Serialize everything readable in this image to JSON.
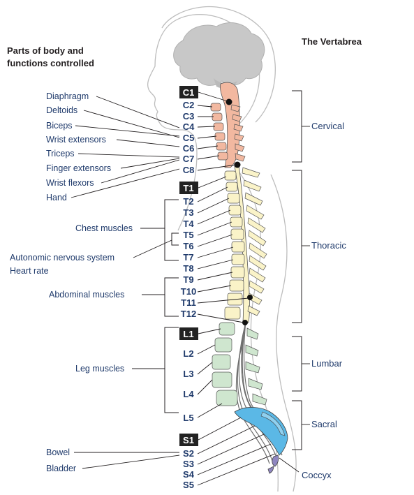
{
  "headings": {
    "left_line1": "Parts of body and",
    "left_line2": "functions controlled",
    "right": "The Vertabrea"
  },
  "levels": [
    "C1",
    "C2",
    "C3",
    "C4",
    "C5",
    "C6",
    "C7",
    "C8",
    "T1",
    "T2",
    "T3",
    "T4",
    "T5",
    "T6",
    "T7",
    "T8",
    "T9",
    "T10",
    "T11",
    "T12",
    "L1",
    "L2",
    "L3",
    "L4",
    "L5",
    "S1",
    "S2",
    "S3",
    "S4",
    "S5"
  ],
  "functions": {
    "diaphragm": "Diaphragm",
    "deltoids": "Deltoids",
    "biceps": "Biceps",
    "wrist_extensors": "Wrist extensors",
    "triceps": "Triceps",
    "finger_extensors": "Finger extensors",
    "wrist_flexors": "Wrist flexors",
    "hand": "Hand",
    "chest_muscles": "Chest muscles",
    "autonomic": "Autonomic nervous system",
    "heart_rate": "Heart rate",
    "abdominal_muscles": "Abdominal muscles",
    "leg_muscles": "Leg muscles",
    "bowel": "Bowel",
    "bladder": "Bladder"
  },
  "regions": {
    "cervical": "Cervical",
    "thoracic": "Thoracic",
    "lumbar": "Lumbar",
    "sacral": "Sacral",
    "coccyx": "Coccyx"
  },
  "colors": {
    "cervical": "#f2b8a0",
    "thoracic": "#faf3c8",
    "lumbar": "#cfe6cf",
    "sacral": "#5bb8e6",
    "coccyx": "#8f86c0",
    "brain": "#c8c8c8",
    "label_blue": "#1f3a6b"
  }
}
